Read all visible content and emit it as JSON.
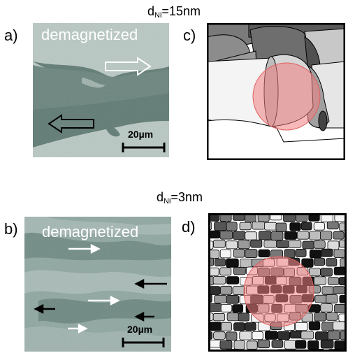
{
  "top": {
    "heading": {
      "base": "d",
      "sub": "Ni",
      "rest": "=15nm"
    },
    "panel_a": {
      "label": "a)",
      "overlay": "demagnetized",
      "scale": "20µm"
    },
    "panel_c": {
      "label": "c)"
    }
  },
  "bottom": {
    "heading": {
      "base": "d",
      "sub": "Ni",
      "rest": "=3nm"
    },
    "panel_b": {
      "label": "b)",
      "overlay": "demagnetized",
      "scale": "20µm"
    },
    "panel_d": {
      "label": "d)"
    }
  },
  "colors": {
    "light_domain": "#b5c6c1",
    "dark_domain": "#5f7a73",
    "mid_domain": "#7f9993",
    "highlight_circle": "#f08080"
  }
}
